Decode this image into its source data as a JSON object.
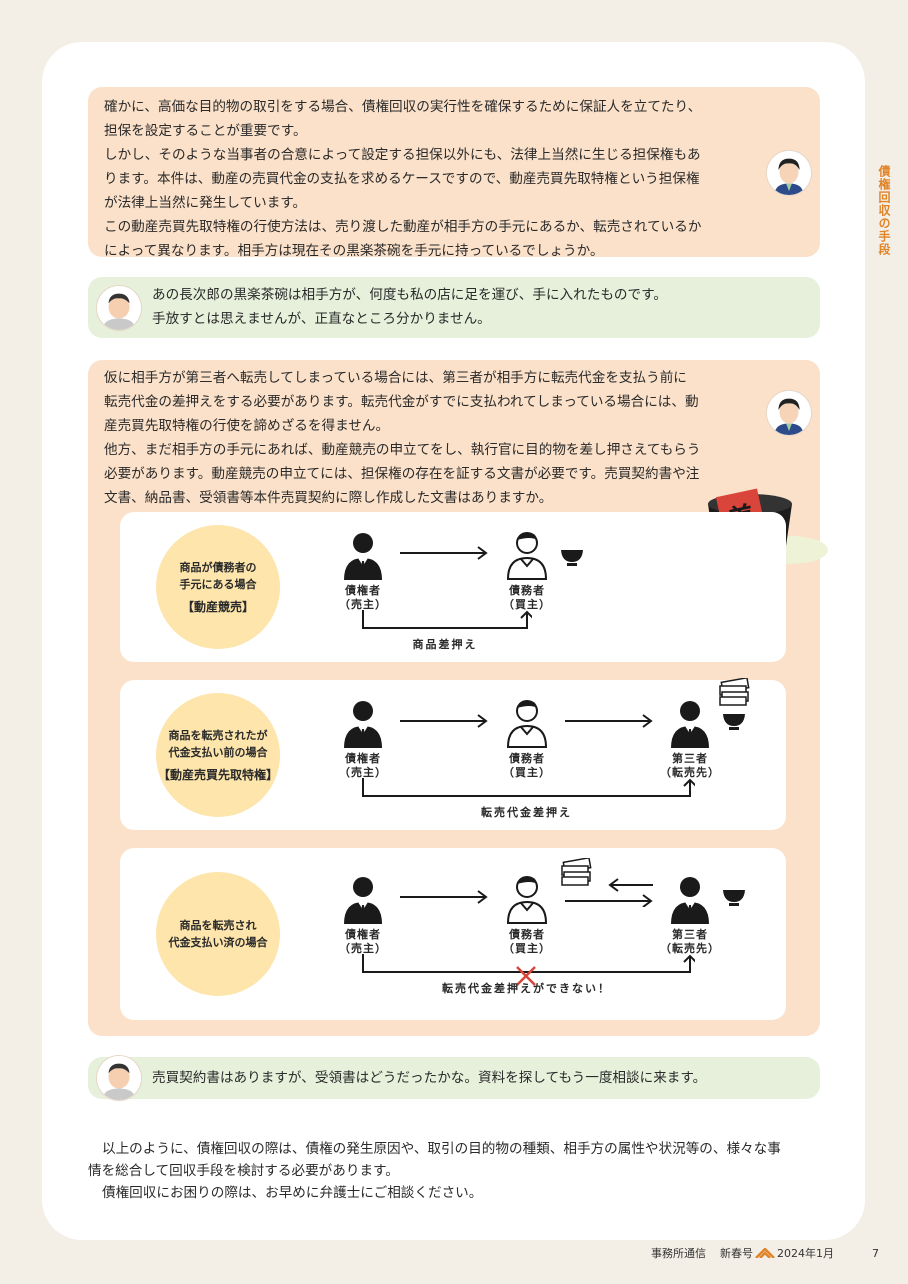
{
  "side_label": "債権回収の手段",
  "bubble1": [
    "確かに、高価な目的物の取引をする場合、債権回収の実行性を確保するために保証人を立てたり、",
    "担保を設定することが重要です。",
    "しかし、そのような当事者の合意によって設定する担保以外にも、法律上当然に生じる担保権もあ",
    "ります。本件は、動産の売買代金の支払を求めるケースですので、動産売買先取特権という担保権",
    "が法律上当然に発生しています。",
    "この動産売買先取特権の行使方法は、売り渡した動産が相手方の手元にあるか、転売されているか",
    "によって異なります。相手方は現在その黒楽茶碗を手元に持っているでしょうか。"
  ],
  "bubble2": [
    "あの長次郎の黒楽茶碗は相手方が、何度も私の店に足を運び、手に入れたものです。",
    "手放すとは思えませんが、正直なところ分かりません。"
  ],
  "bubble3": [
    "仮に相手方が第三者へ転売してしまっている場合には、第三者が相手方に転売代金を支払う前に",
    "転売代金の差押えをする必要があります。転売代金がすでに支払われてしまっている場合には、動",
    "産売買先取特権の行使を諦めざるを得ません。",
    "他方、まだ相手方の手元にあれば、動産競売の申立てをし、執行官に目的物を差し押さえてもらう",
    "必要があります。動産競売の申立てには、担保権の存在を証する文書が必要です。売買契約書や注",
    "文書、納品書、受領書等本件売買契約に際し作成した文書はありますか。"
  ],
  "seal_text": "差押",
  "diagram": [
    {
      "case": [
        "商品が債務者の",
        "手元にある場合"
      ],
      "keyword": "【動産競売】",
      "creditor": [
        "債権者",
        "（売主）"
      ],
      "debtor": [
        "債務者",
        "（買主）"
      ],
      "bottom": "商品差押え"
    },
    {
      "case": [
        "商品を転売されたが",
        "代金支払い前の場合"
      ],
      "keyword": "【動産売買先取特権】",
      "creditor": [
        "債権者",
        "（売主）"
      ],
      "debtor": [
        "債務者",
        "（買主）"
      ],
      "third": [
        "第三者",
        "（転売先）"
      ],
      "bottom": "転売代金差押え"
    },
    {
      "case": [
        "商品を転売され",
        "代金支払い済の場合"
      ],
      "keyword": "",
      "creditor": [
        "債権者",
        "（売主）"
      ],
      "debtor": [
        "債務者",
        "（買主）"
      ],
      "third": [
        "第三者",
        "（転売先）"
      ],
      "bottom": "転売代金差押えができない！"
    }
  ],
  "bubble4": "売買契約書はありますが、受領書はどうだったかな。資料を探してもう一度相談に来ます。",
  "conclusion": [
    "以上のように、債権回収の際は、債権の発生原因や、取引の目的物の種類、相手方の属性や状況等の、様々な事",
    "情を総合して回収手段を検討する必要があります。",
    "債権回収にお困りの際は、お早めに弁護士にご相談ください。"
  ],
  "footer": {
    "publication": "事務所通信",
    "issue": "新春号",
    "date": "2024年1月",
    "page": "7"
  },
  "colors": {
    "peach": "#fbe1c9",
    "green": "#e6f0db",
    "accent": "#e0842a",
    "circle": "#fde5ab",
    "red": "#d9453a"
  }
}
